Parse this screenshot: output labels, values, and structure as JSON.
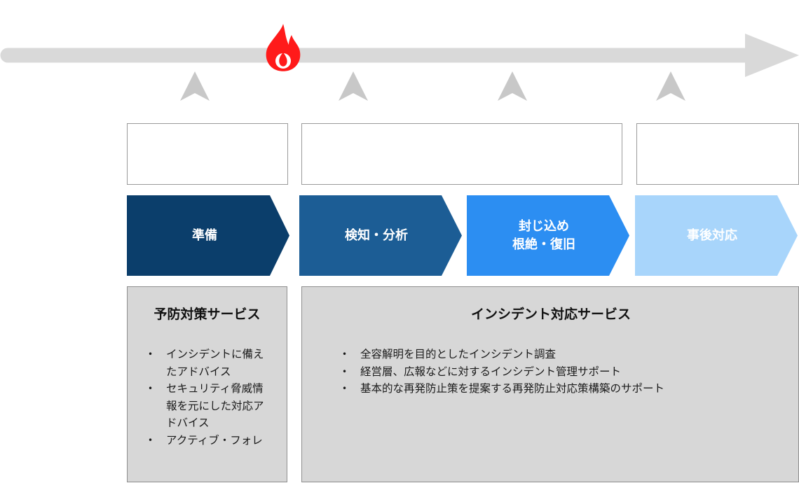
{
  "timeline": {
    "arrow_color": "#d9d9d9",
    "marker_color": "#c8c8c8",
    "incident_icon": "fire-icon",
    "incident_color": "#ff1a1a",
    "milestone_icon": "navigation-arrow-icon"
  },
  "phases": [
    {
      "lines": [
        "準備"
      ],
      "color": "#0b3e6b"
    },
    {
      "lines": [
        "検知・分析"
      ],
      "color": "#1c5d95"
    },
    {
      "lines": [
        "封じ込め",
        "根絶・復旧"
      ],
      "color": "#2c8ef2"
    },
    {
      "lines": [
        "事後対応"
      ],
      "color": "#a8d5fb"
    }
  ],
  "services": [
    {
      "title": "予防対策サービス",
      "items": [
        [
          "インシデントに備え",
          "たアドバイス"
        ],
        [
          "セキュリティ脅威情",
          "報を元にした対応ア",
          "ドバイス"
        ],
        [
          "アクティブ・フォレ"
        ]
      ]
    },
    {
      "title": "インシデント対応サービス",
      "items": [
        [
          "全容解明を目的としたインシデント調査"
        ],
        [
          "経営層、広報などに対するインシデント管理サポート"
        ],
        [
          "基本的な再発防止策を提案する再発防止対応策構築のサポート"
        ]
      ]
    }
  ]
}
